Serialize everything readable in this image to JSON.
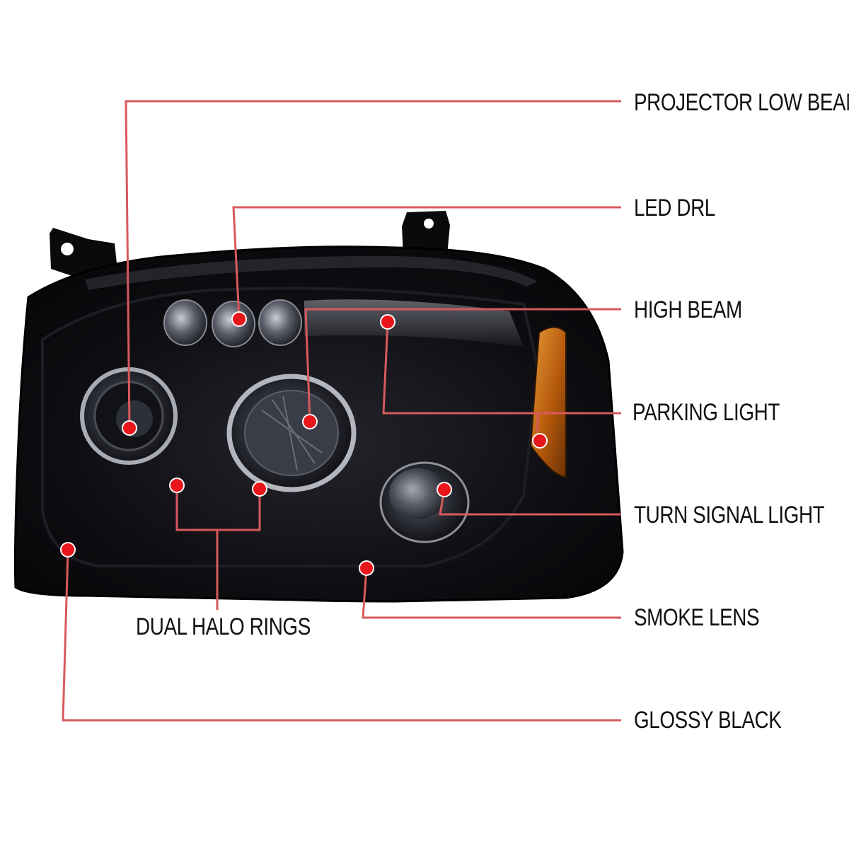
{
  "labels": {
    "projector_low_beam": "PROJECTOR LOW BEAM",
    "led_drl": "LED DRL",
    "high_beam": "HIGH BEAM",
    "parking_light": "PARKING LIGHT",
    "turn_signal_light": "TURN SIGNAL LIGHT",
    "smoke_lens": "SMOKE LENS",
    "dual_halo_rings": "DUAL HALO RINGS",
    "glossy_black": "GLOSSY BLACK"
  },
  "colors": {
    "leader_line": "#d9595c",
    "marker_dot": "#e8161b",
    "housing": "#0b0b0e",
    "amber_reflector": "#c4670f"
  },
  "image_subject": "headlight-assembly"
}
